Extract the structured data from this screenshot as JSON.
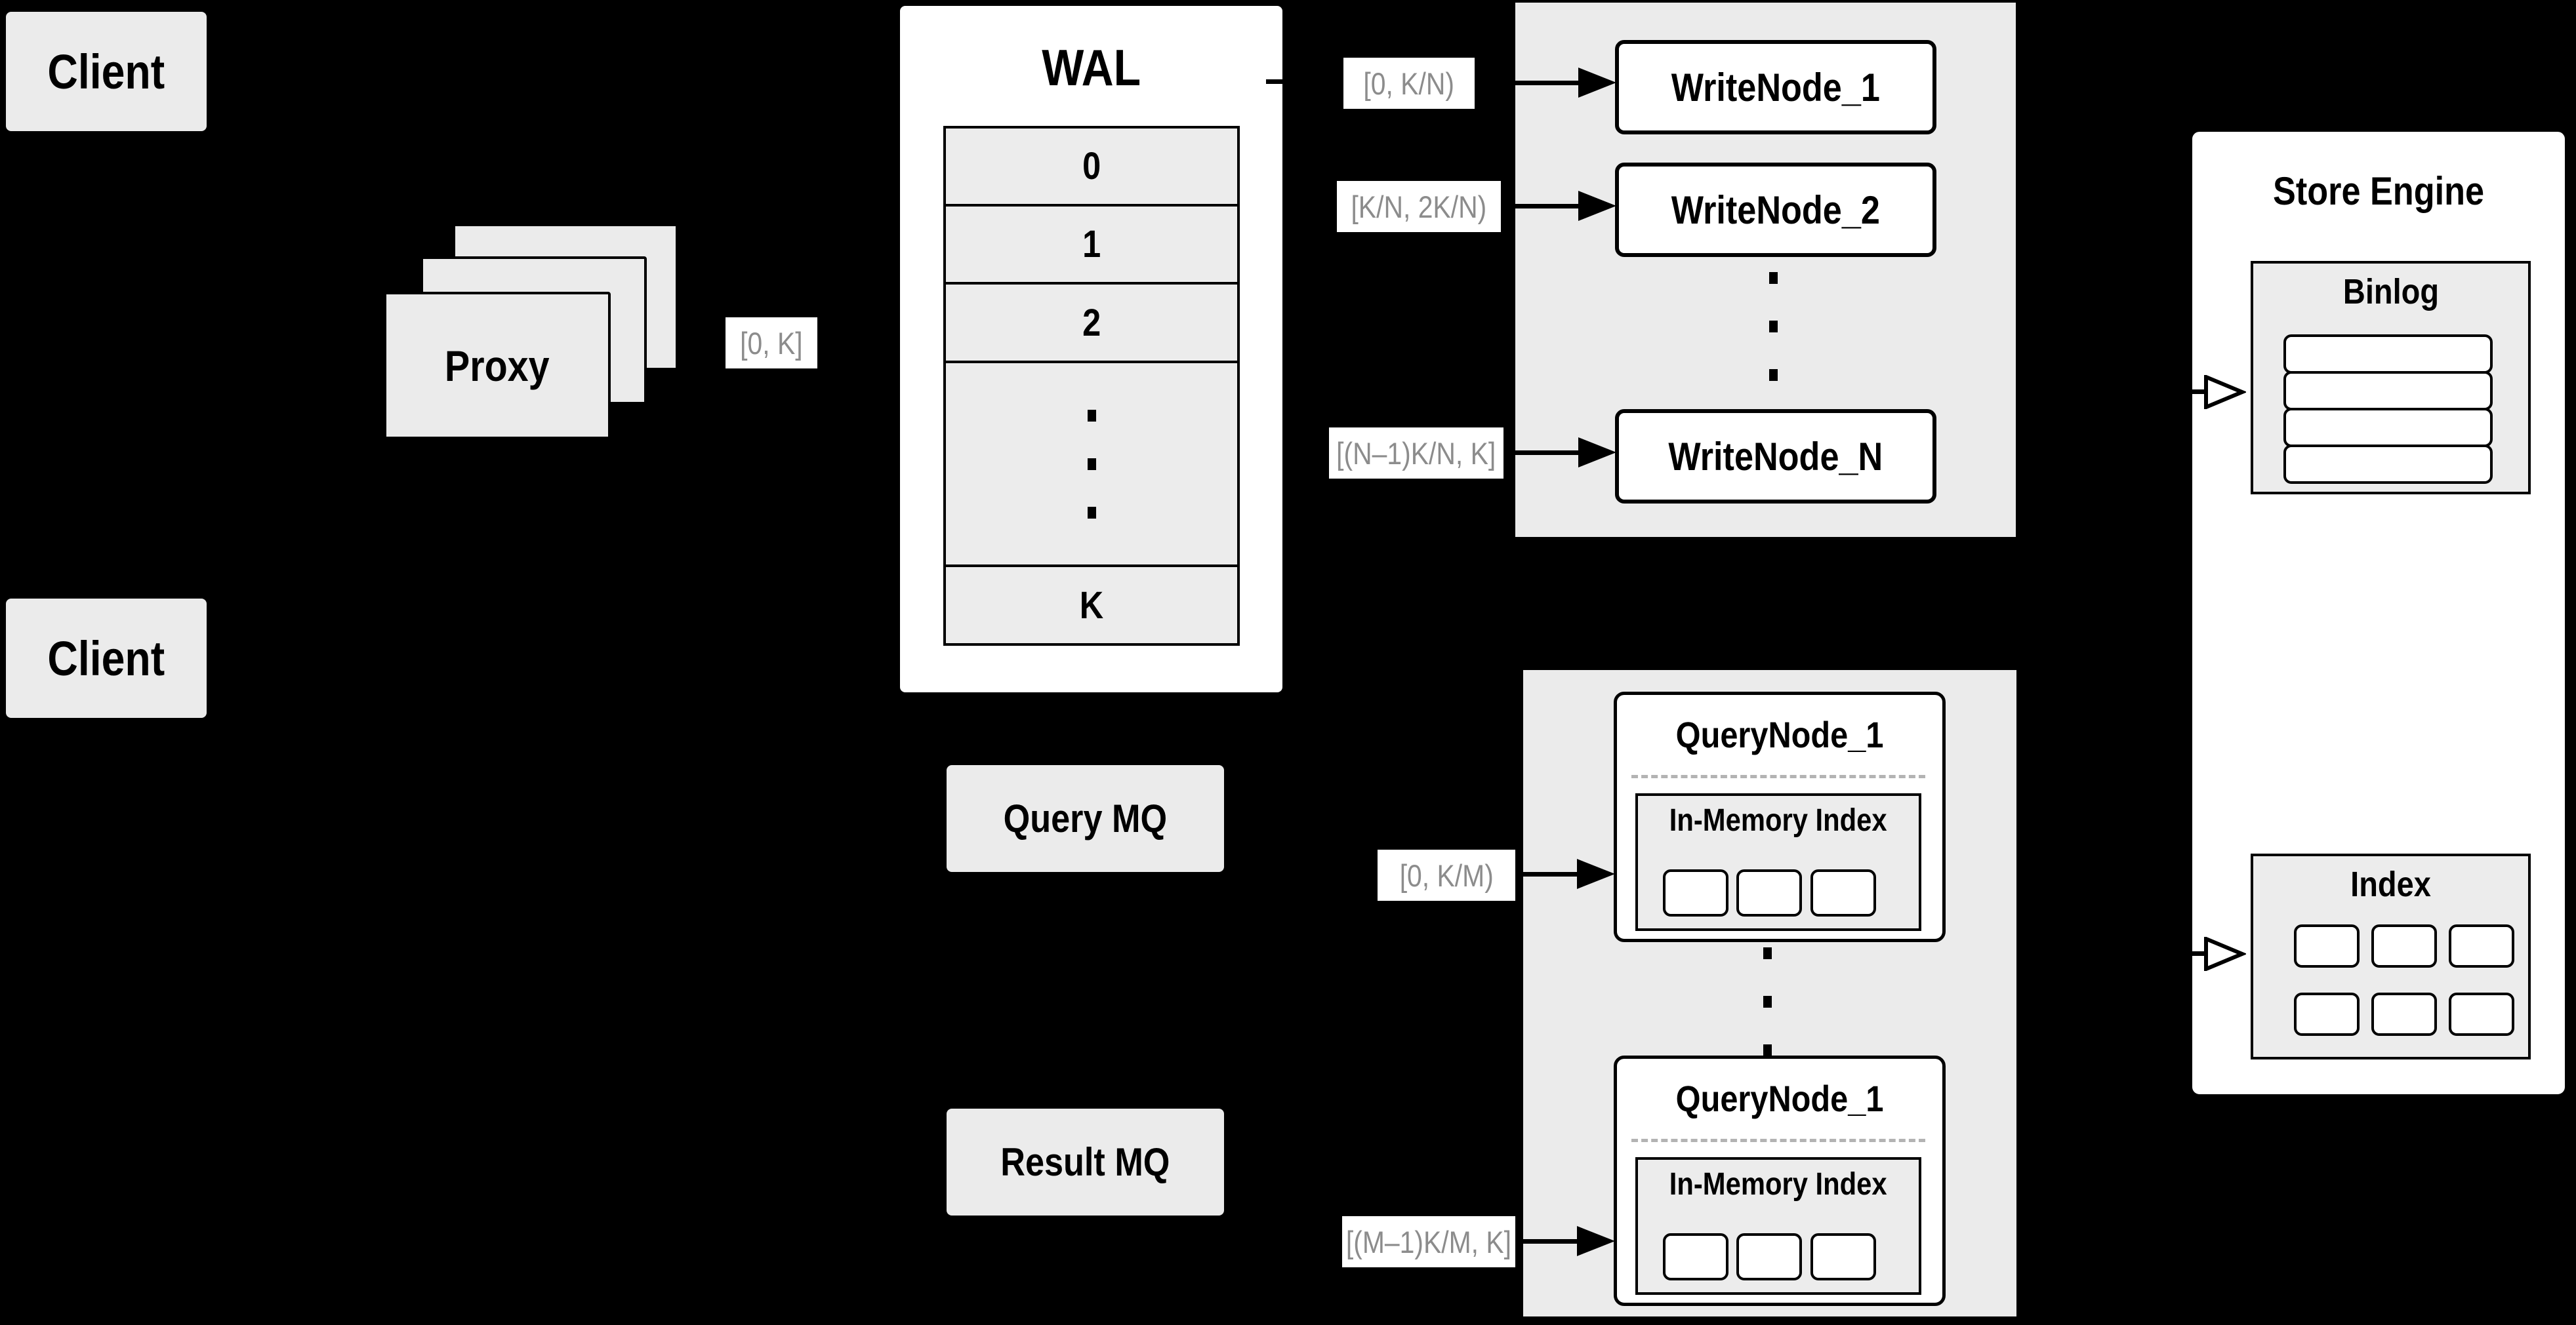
{
  "colors": {
    "background": "#000000",
    "panel_gray": "#ebebeb",
    "cell_gray": "#ececec",
    "box_white": "#ffffff",
    "line_black": "#000000",
    "chip_text_gray": "#8c8c8c",
    "dashed_separator_gray": "#b3b3b3"
  },
  "client_top": {
    "label": "Client"
  },
  "client_bottom": {
    "label": "Client"
  },
  "proxy": {
    "label": "Proxy"
  },
  "proxy_range_chip": {
    "label": "[0, K]"
  },
  "wal": {
    "title": "WAL",
    "row_labels": [
      "0",
      "1",
      "2",
      "K"
    ]
  },
  "write_cluster": {
    "nodes": [
      {
        "range": "[0, K/N)",
        "label": "WriteNode_1"
      },
      {
        "range": "[K/N, 2K/N)",
        "label": "WriteNode_2"
      },
      {
        "range": "[(N–1)K/N, K]",
        "label": "WriteNode_N"
      }
    ]
  },
  "mq": {
    "query_label": "Query MQ",
    "result_label": "Result MQ"
  },
  "query_cluster": {
    "nodes": [
      {
        "range": "[0, K/M)",
        "label": "QueryNode_1",
        "inner_title": "In-Memory Index"
      },
      {
        "range": "[(M–1)K/M, K]",
        "label": "QueryNode_1",
        "inner_title": "In-Memory Index"
      }
    ]
  },
  "store_engine": {
    "title": "Store Engine",
    "binlog": {
      "title": "Binlog",
      "row_count": 4
    },
    "index": {
      "title": "Index",
      "cell_rows": 2,
      "cell_cols": 3
    }
  }
}
